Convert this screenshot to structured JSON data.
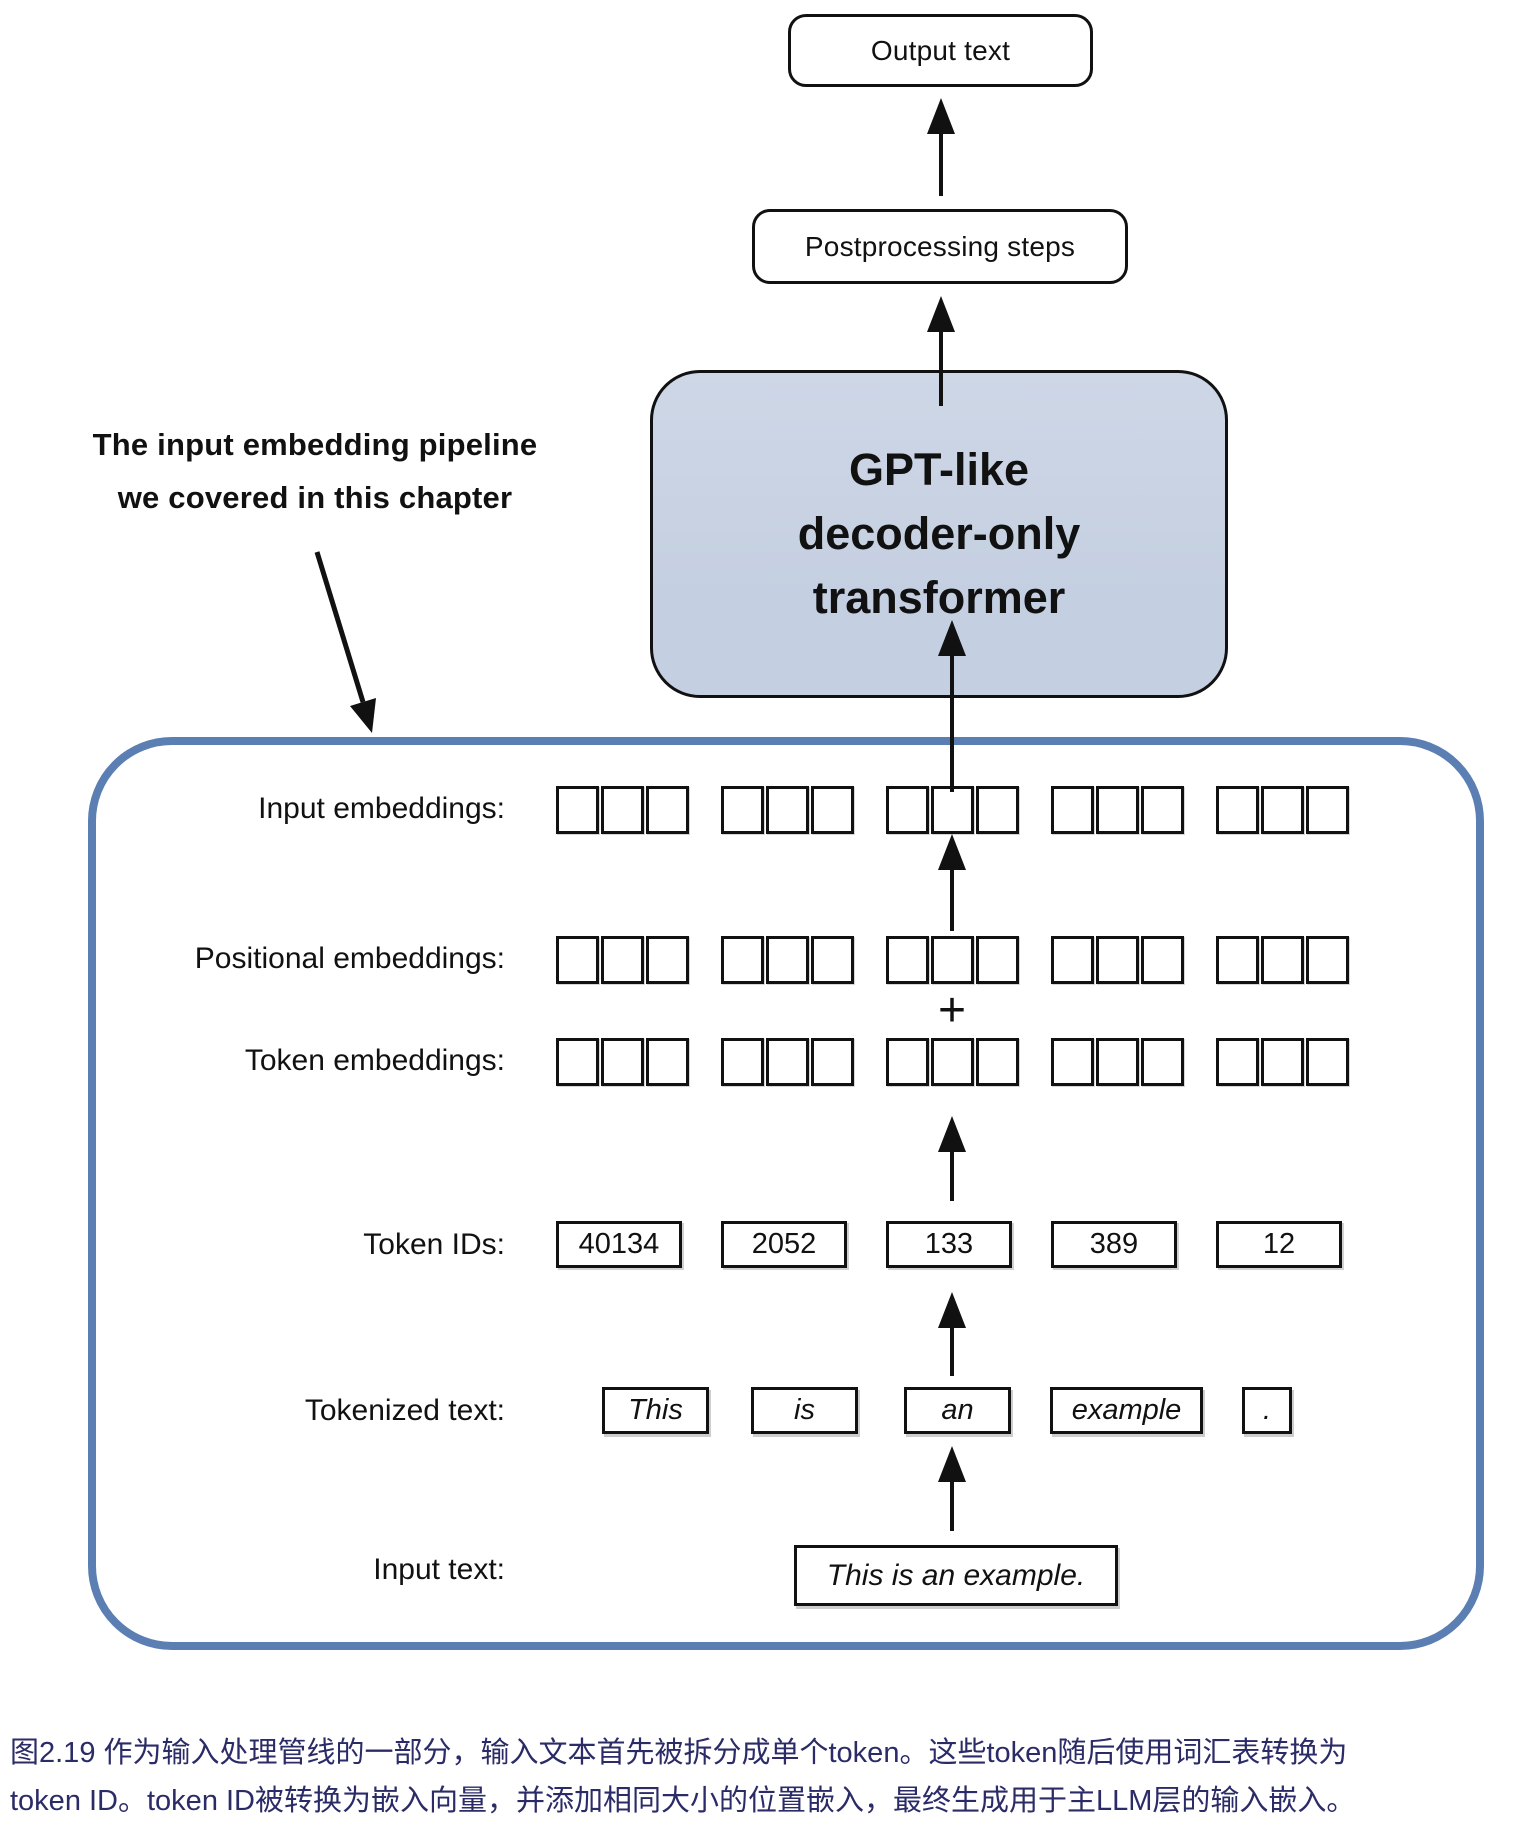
{
  "colors": {
    "transformer_fill": "#c4cfe1",
    "container_border": "#5b7fb3",
    "caption_text": "#2b2b68",
    "diagram_ink": "#111111"
  },
  "diagram": {
    "output_box": {
      "label": "Output text"
    },
    "postprocessing_box": {
      "label": "Postprocessing steps"
    },
    "transformer_box": {
      "lines": [
        "GPT-like",
        "decoder-only",
        "transformer"
      ]
    },
    "annotation": {
      "lines": [
        "The input embedding pipeline",
        "we covered in this chapter"
      ]
    },
    "plus_sign": "+",
    "rows": {
      "input_embeddings": {
        "label": "Input embeddings:",
        "groups": 5,
        "cells_per_group": 3
      },
      "positional_embeddings": {
        "label": "Positional embeddings:",
        "groups": 5,
        "cells_per_group": 3
      },
      "token_embeddings": {
        "label": "Token embeddings:",
        "groups": 5,
        "cells_per_group": 3
      },
      "token_ids": {
        "label": "Token IDs:",
        "values": [
          "40134",
          "2052",
          "133",
          "389",
          "12"
        ]
      },
      "tokenized_text": {
        "label": "Tokenized text:",
        "tokens": [
          "This",
          "is",
          "an",
          "example",
          "."
        ]
      },
      "input_text": {
        "label": "Input text:",
        "value": "This is an example."
      }
    }
  },
  "caption": {
    "lines": [
      "图2.19 作为输入处理管线的一部分，输入文本首先被拆分成单个token。这些token随后使用词汇表转换为",
      "token ID。token ID被转换为嵌入向量，并添加相同大小的位置嵌入，最终生成用于主LLM层的输入嵌入。"
    ]
  }
}
